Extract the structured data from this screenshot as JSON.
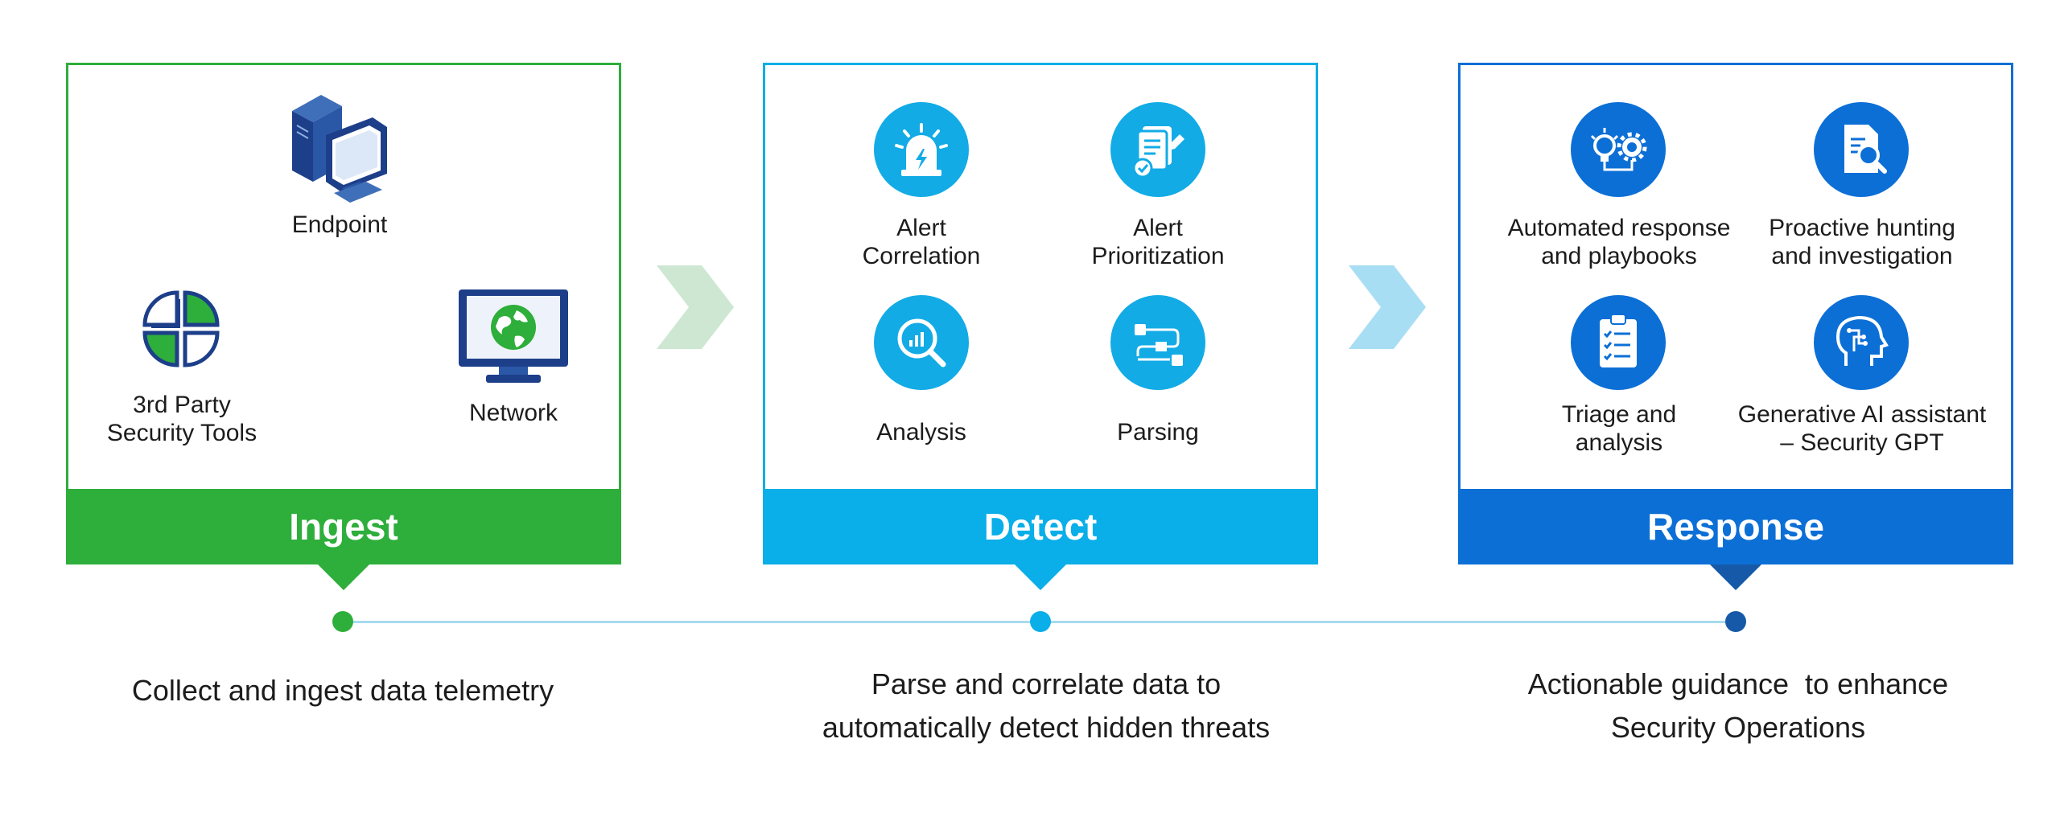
{
  "colors": {
    "ingest": "#2eae3b",
    "detect": "#0aaee8",
    "response": "#0c6fd6",
    "timeline": "#a7dcef",
    "chevron_1": "#cde7d2",
    "chevron_2": "#a8def4"
  },
  "ingest": {
    "title": "Ingest",
    "items": [
      {
        "label": "Endpoint",
        "icon": "endpoint-computer-icon"
      },
      {
        "label_line1": "3rd Party",
        "label_line2": "Security Tools",
        "icon": "clover-logo-icon"
      },
      {
        "label": "Network",
        "icon": "network-monitor-globe-icon"
      }
    ],
    "description": "Collect and ingest data telemetry"
  },
  "detect": {
    "title": "Detect",
    "items": [
      {
        "label_line1": "Alert",
        "label_line2": "Correlation",
        "icon": "alarm-siren-icon"
      },
      {
        "label_line1": "Alert",
        "label_line2": "Prioritization",
        "icon": "document-check-icon"
      },
      {
        "label": "Analysis",
        "icon": "magnifier-chart-icon"
      },
      {
        "label": "Parsing",
        "icon": "flow-parsing-icon"
      }
    ],
    "description_line1": "Parse and correlate data to",
    "description_line2": "automatically detect hidden threats"
  },
  "response": {
    "title": "Response",
    "items": [
      {
        "label_line1": "Automated response",
        "label_line2": "and playbooks",
        "icon": "bulb-gear-icon"
      },
      {
        "label_line1": "Proactive hunting",
        "label_line2": "and investigation",
        "icon": "document-search-icon"
      },
      {
        "label_line1": "Triage and",
        "label_line2": "analysis",
        "icon": "clipboard-checklist-icon"
      },
      {
        "label_line1": "Generative AI assistant",
        "label_line2": "– Security GPT",
        "icon": "ai-head-icon"
      }
    ],
    "description_line1": "Actionable guidance  to enhance",
    "description_line2": "Security Operations"
  }
}
